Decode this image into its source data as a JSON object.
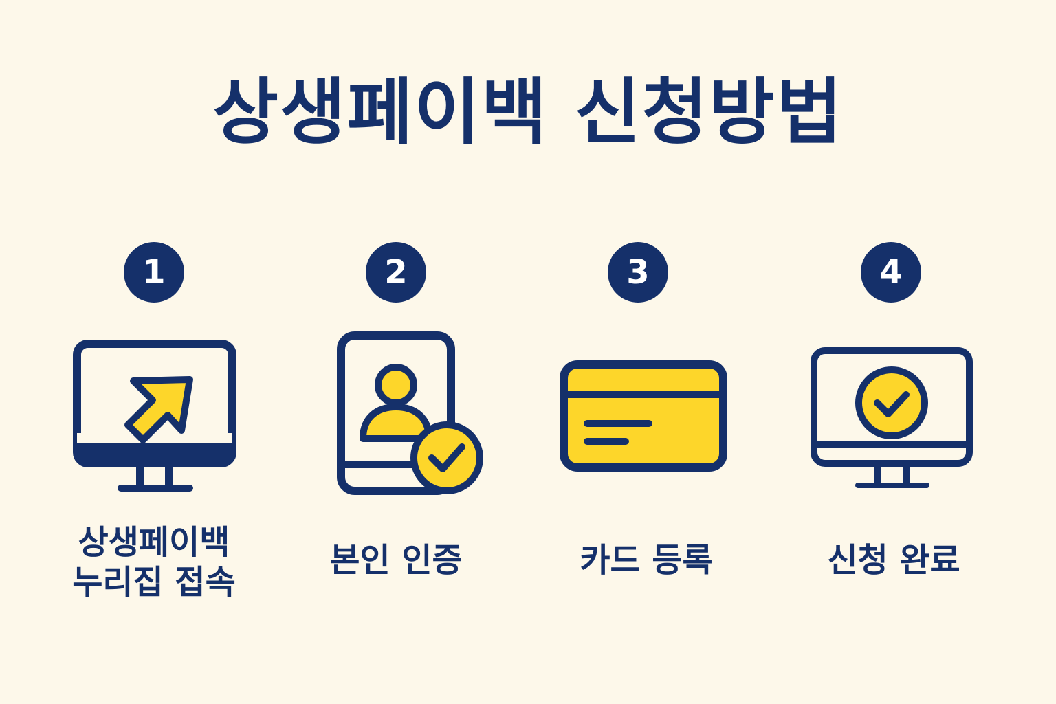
{
  "title": "상생페이백 신청방법",
  "colors": {
    "background": "#fdf8ea",
    "navy": "#15306a",
    "yellow": "#fdd62a",
    "badge_text": "#ffffff"
  },
  "steps": [
    {
      "number": "1",
      "icon": "monitor-arrow-icon",
      "label_lines": [
        "상생페이백",
        "누리집 접속"
      ]
    },
    {
      "number": "2",
      "icon": "phone-user-check-icon",
      "label_lines": [
        "본인 인증"
      ]
    },
    {
      "number": "3",
      "icon": "credit-card-icon",
      "label_lines": [
        "카드 등록"
      ]
    },
    {
      "number": "4",
      "icon": "monitor-check-icon",
      "label_lines": [
        "신청 완료"
      ]
    }
  ]
}
